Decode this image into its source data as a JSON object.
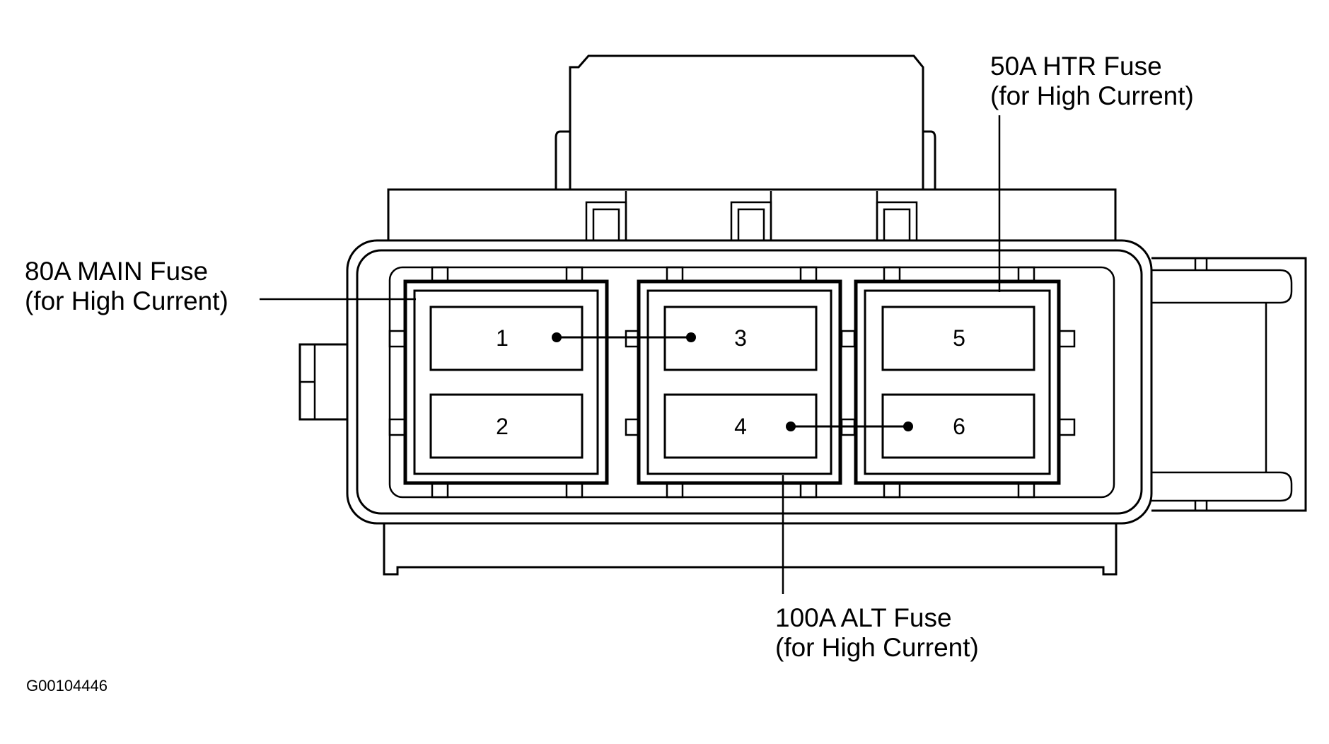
{
  "labels": {
    "htr_line1": "50A HTR Fuse",
    "htr_line2": "(for High Current)",
    "main_line1": "80A MAIN Fuse",
    "main_line2": "(for High Current)",
    "alt_line1": "100A ALT Fuse",
    "alt_line2": "(for High Current)"
  },
  "slots": {
    "s1": "1",
    "s2": "2",
    "s3": "3",
    "s4": "4",
    "s5": "5",
    "s6": "6"
  },
  "figure_code": "G00104446"
}
